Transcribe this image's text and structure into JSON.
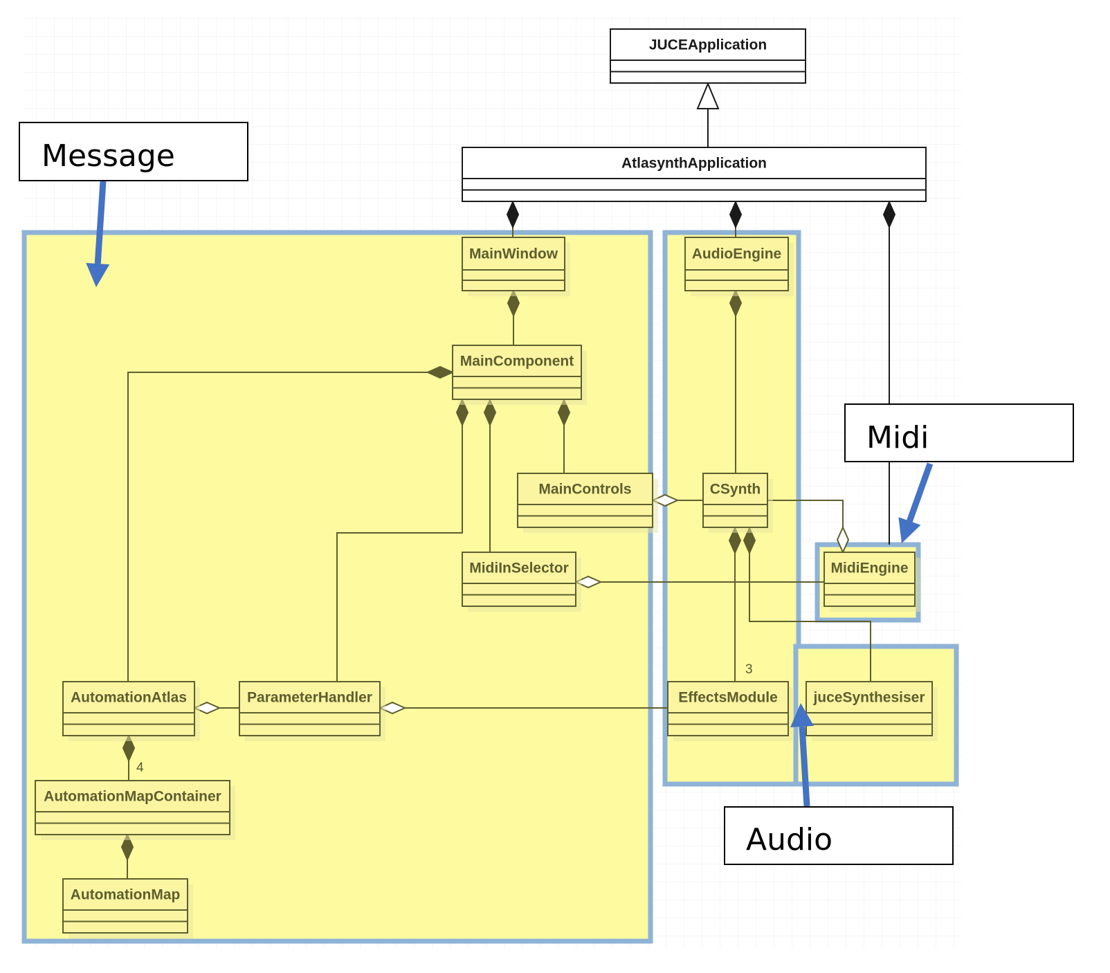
{
  "colors": {
    "region_fill": "#fdfaa0",
    "region_border": "#8fb3d6",
    "class_fill_in_region": "#fbf5a2",
    "class_border_in_region": "#5e5e2e",
    "class_text_in_region": "#5e5e2e",
    "class_fill_outside": "#ffffff",
    "class_border_outside": "#1a1a1a",
    "class_text_outside": "#1a1a1a",
    "callout_arrow": "#4472c4",
    "grid": "#ececec"
  },
  "classes": {
    "juce_application": "JUCEApplication",
    "atlasynth_application": "AtlasynthApplication",
    "main_window": "MainWindow",
    "main_component": "MainComponent",
    "main_controls": "MainControls",
    "midi_in_selector": "MidiInSelector",
    "automation_atlas": "AutomationAtlas",
    "parameter_handler": "ParameterHandler",
    "automation_map_container": "AutomationMapContainer",
    "automation_map": "AutomationMap",
    "audio_engine": "AudioEngine",
    "csynth": "CSynth",
    "effects_module": "EffectsModule",
    "midi_engine": "MidiEngine",
    "juce_synthesiser": "juceSynthesiser"
  },
  "multiplicities": {
    "effects_module": "3",
    "automation_map_container": "4"
  },
  "callouts": {
    "message": "Message",
    "midi": "Midi",
    "audio": "Audio"
  }
}
